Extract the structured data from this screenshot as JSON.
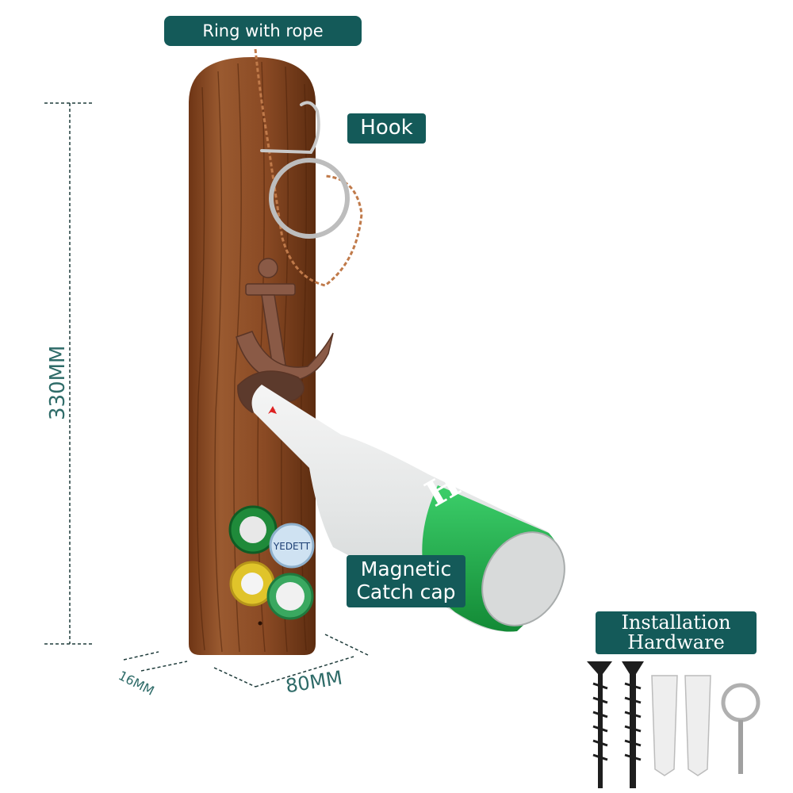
{
  "labels": {
    "ring_with_rope": "Ring with rope",
    "hook": "Hook",
    "magnetic_line1": "Magnetic",
    "magnetic_line2": "Catch cap",
    "installation_line1": "Installation",
    "installation_line2": "Hardware"
  },
  "dimensions": {
    "height": "330MM",
    "width": "80MM",
    "depth": "16MM"
  },
  "bottle_text": {
    "brand_short": "He",
    "cap_text": "YEDETT"
  },
  "colors": {
    "label_bg": "#145a59",
    "label_text": "#ffffff",
    "dimension_text": "#2e6b68",
    "wood": "#8a4a24",
    "bottle_green": "#1fae4a",
    "copper": "#8a5a46"
  }
}
